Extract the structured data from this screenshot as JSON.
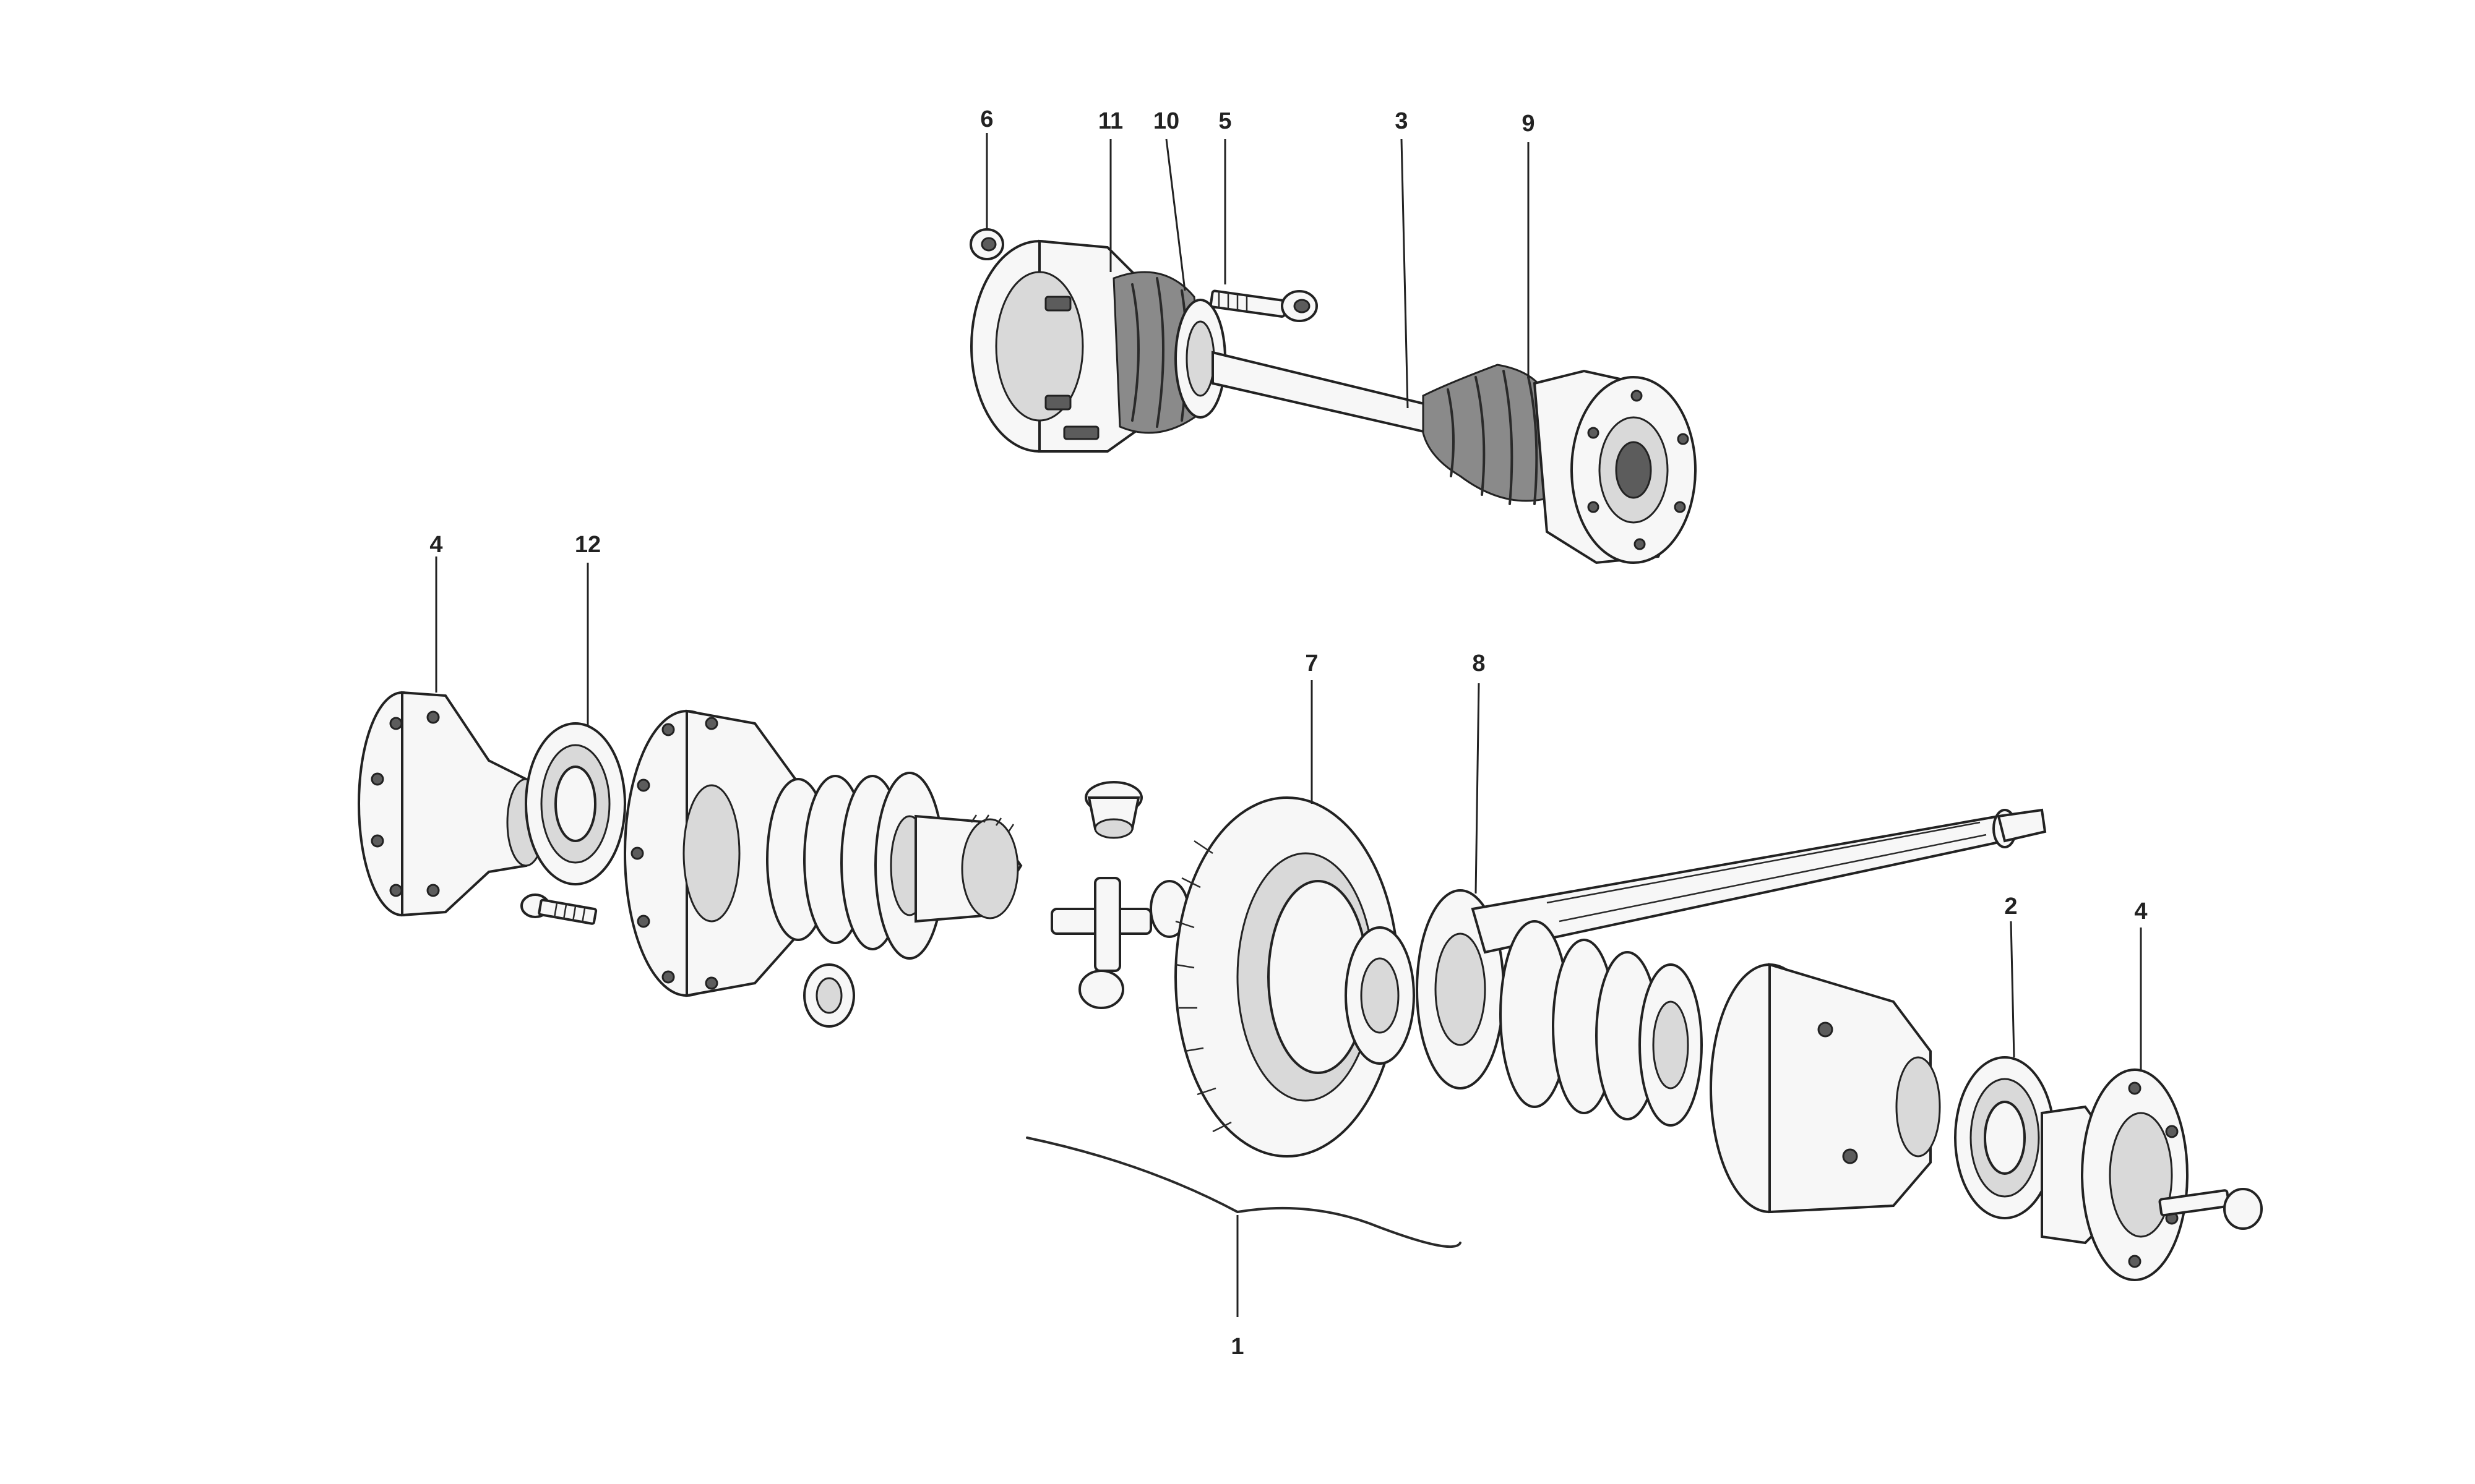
{
  "diagram": {
    "callouts": [
      {
        "id": "c6",
        "text": "6"
      },
      {
        "id": "c11",
        "text": "11"
      },
      {
        "id": "c10",
        "text": "10"
      },
      {
        "id": "c5",
        "text": "5"
      },
      {
        "id": "c3",
        "text": "3"
      },
      {
        "id": "c9",
        "text": "9"
      },
      {
        "id": "c4a",
        "text": "4"
      },
      {
        "id": "c12",
        "text": "12"
      },
      {
        "id": "c7",
        "text": "7"
      },
      {
        "id": "c8",
        "text": "8"
      },
      {
        "id": "c2",
        "text": "2"
      },
      {
        "id": "c4b",
        "text": "4"
      },
      {
        "id": "c1",
        "text": "1"
      }
    ]
  }
}
